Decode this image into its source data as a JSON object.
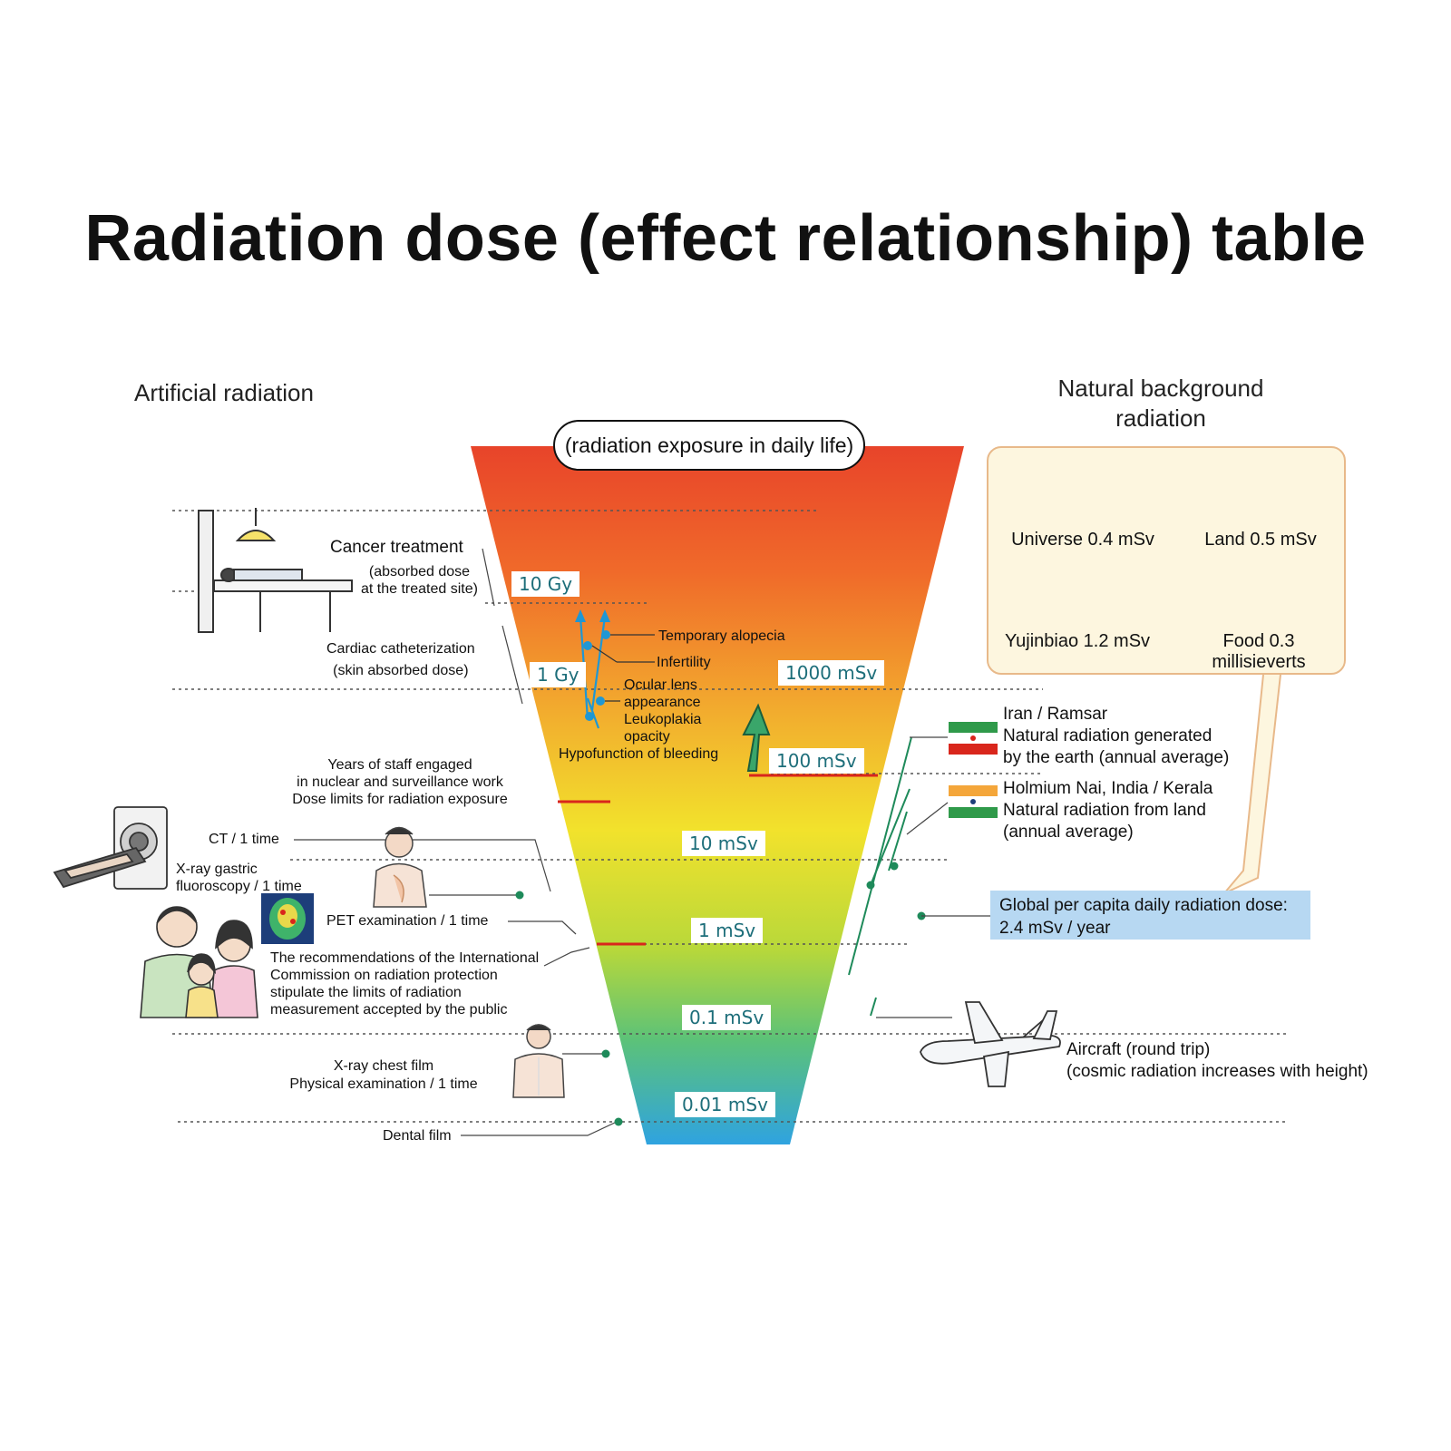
{
  "title": "Radiation dose (effect relationship) table",
  "headers": {
    "artificial": "Artificial radiation",
    "natural_line1": "Natural background",
    "natural_line2": "radiation"
  },
  "funnel_label": "(radiation exposure in daily life)",
  "dose_levels": {
    "gy10": "10 Gy",
    "gy1": "1 Gy",
    "msv1000": "1000 mSv",
    "msv100": "100 mSv",
    "msv10": "10 mSv",
    "msv1": "1 mSv",
    "msv01": "0.1 mSv",
    "msv001": "0.01 mSv"
  },
  "effects": {
    "alopecia": "Temporary alopecia",
    "infertility": "Infertility",
    "lens_1": "Ocular lens",
    "lens_2": "appearance",
    "lens_3": "Leukoplakia",
    "lens_4": "opacity",
    "bleeding": "Hypofunction of bleeding"
  },
  "artificial_items": {
    "cancer_title": "Cancer treatment",
    "cancer_sub1": "(absorbed dose",
    "cancer_sub2": "at the treated site)",
    "cardiac_1": "Cardiac catheterization",
    "cardiac_2": "(skin absorbed dose)",
    "staff_1": "Years of staff engaged",
    "staff_2": "in nuclear and surveillance work",
    "staff_3": "Dose limits for radiation exposure",
    "ct": "CT / 1 time",
    "xray_gastric_1": "X-ray gastric",
    "xray_gastric_2": "fluoroscopy / 1 time",
    "pet": "PET examination / 1 time",
    "icrp_1": "The recommendations of the International",
    "icrp_2": "Commission on radiation protection",
    "icrp_3": "stipulate the limits of radiation",
    "icrp_4": "measurement accepted by the public",
    "chest_1": "X-ray chest film",
    "chest_2": "Physical examination / 1 time",
    "dental": "Dental film"
  },
  "natural_items": {
    "universe": "Universe 0.4 mSv",
    "land": "Land 0.5 mSv",
    "yujinbiao": "Yujinbiao 1.2 mSv",
    "food_1": "Food 0.3",
    "food_2": "millisieverts",
    "iran_1": "Iran / Ramsar",
    "iran_2": "Natural radiation generated",
    "iran_3": "by the earth (annual average)",
    "india_1": "Holmium Nai, India / Kerala",
    "india_2": "Natural radiation from land",
    "india_3": "(annual average)",
    "global_1": "Global per capita daily radiation dose:",
    "global_2": "2.4 mSv / year",
    "aircraft_1": "Aircraft (round trip)",
    "aircraft_2": "(cosmic radiation increases with height)"
  },
  "colors": {
    "funnel_top": "#e8442a",
    "funnel_mid": "#f2e22c",
    "funnel_bottom": "#2fa3e0",
    "dose_text": "#1d6e7a",
    "leader_green": "#1e8a5a",
    "effect_blue": "#1f97d4",
    "limit_red": "#d9261c",
    "global_box": "#b7d8f2",
    "natural_box": "#fdf6df"
  },
  "icons": [
    "hospital-bed-icon",
    "ct-scanner-icon",
    "patient-icon",
    "pet-scan-icon",
    "family-icon",
    "chest-xray-patient-icon",
    "planet-icon",
    "land-horses-icon",
    "house-icon",
    "food-icon",
    "iran-flag-icon",
    "india-flag-icon",
    "airplane-icon",
    "arrow-up-icon"
  ]
}
